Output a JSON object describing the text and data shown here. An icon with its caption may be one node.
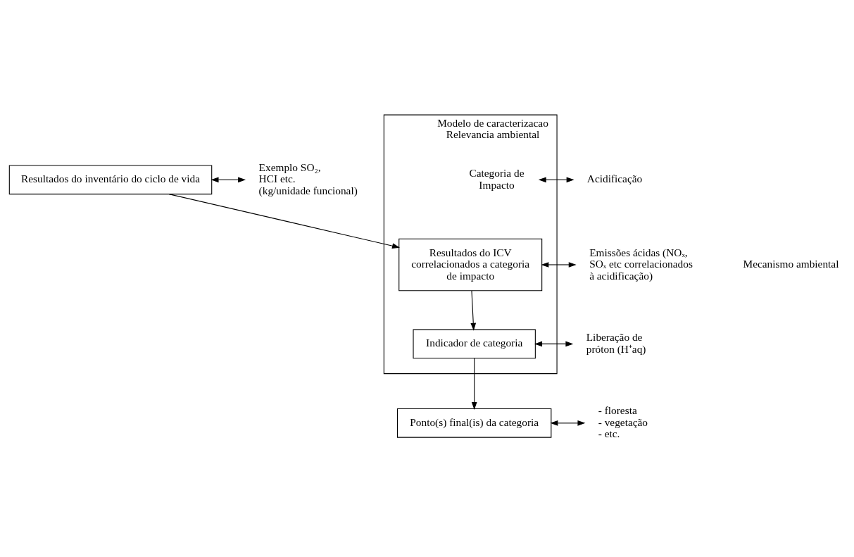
{
  "diagram": {
    "nodes": [
      {
        "text": [
          "Resultados do inventário do ciclo de vida"
        ]
      },
      {
        "text": [
          "Exemplo SO₂, HCI etc. (kg/unidade funcional)"
        ]
      },
      {
        "text": [
          "Modelo de caracterizacao",
          "Relevancia ambiental"
        ]
      },
      {
        "text": [
          "Categoria de Impacto"
        ],
        "in": 2
      },
      {
        "text": [
          "Acidificação"
        ]
      },
      {
        "text": [
          "Resultados do ICV correlacionados a categoria de impacto"
        ],
        "in": 2
      },
      {
        "text": [
          "Emissões ácidas (NOₓ, SOₓ etc correlacionados à acidificação)"
        ]
      },
      {
        "text": [
          "Indicador de categoria"
        ],
        "in": 2
      },
      {
        "text": [
          "Liberação de próton (H⁺aq)"
        ]
      },
      {
        "text": [
          "Ponto(s) final(is) da categoria"
        ]
      },
      {
        "text": [
          "- floresta - vegetação - etc."
        ]
      }
    ],
    "edges": [
      {
        "from": 0,
        "to": 1,
        "arrow": "both"
      },
      {
        "from": 0,
        "to": 5,
        "arrow": "to"
      },
      {
        "from": 3,
        "to": 4,
        "arrow": "both"
      },
      {
        "from": 5,
        "to": 6,
        "arrow": "both"
      },
      {
        "from": 5,
        "to": 7,
        "arrow": "to"
      },
      {
        "from": 7,
        "to": 8,
        "arrow": "both"
      },
      {
        "from": 7,
        "to": 9,
        "arrow": "to"
      },
      {
        "from": 9,
        "to": 10,
        "arrow": "both"
      }
    ],
    "labels": [
      "Mecanismo ambiental"
    ]
  }
}
